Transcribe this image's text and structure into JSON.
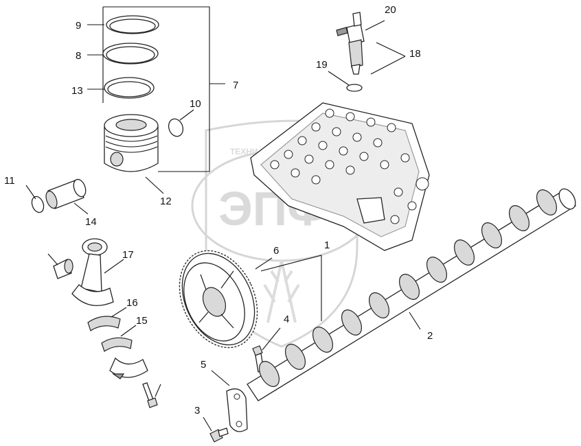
{
  "watermark": {
    "logo_text": "ЭПФ",
    "banner_text": "ТЕХНИ"
  },
  "callouts": [
    {
      "id": "c1",
      "label": "1"
    },
    {
      "id": "c2",
      "label": "2"
    },
    {
      "id": "c3",
      "label": "3"
    },
    {
      "id": "c4",
      "label": "4"
    },
    {
      "id": "c5",
      "label": "5"
    },
    {
      "id": "c6",
      "label": "6"
    },
    {
      "id": "c7",
      "label": "7"
    },
    {
      "id": "c8",
      "label": "8"
    },
    {
      "id": "c9",
      "label": "9"
    },
    {
      "id": "c10",
      "label": "10"
    },
    {
      "id": "c11",
      "label": "11"
    },
    {
      "id": "c12",
      "label": "12"
    },
    {
      "id": "c13",
      "label": "13"
    },
    {
      "id": "c14",
      "label": "14"
    },
    {
      "id": "c15",
      "label": "15"
    },
    {
      "id": "c16",
      "label": "16"
    },
    {
      "id": "c17",
      "label": "17"
    },
    {
      "id": "c18",
      "label": "18"
    },
    {
      "id": "c19",
      "label": "19"
    },
    {
      "id": "c20",
      "label": "20"
    }
  ]
}
